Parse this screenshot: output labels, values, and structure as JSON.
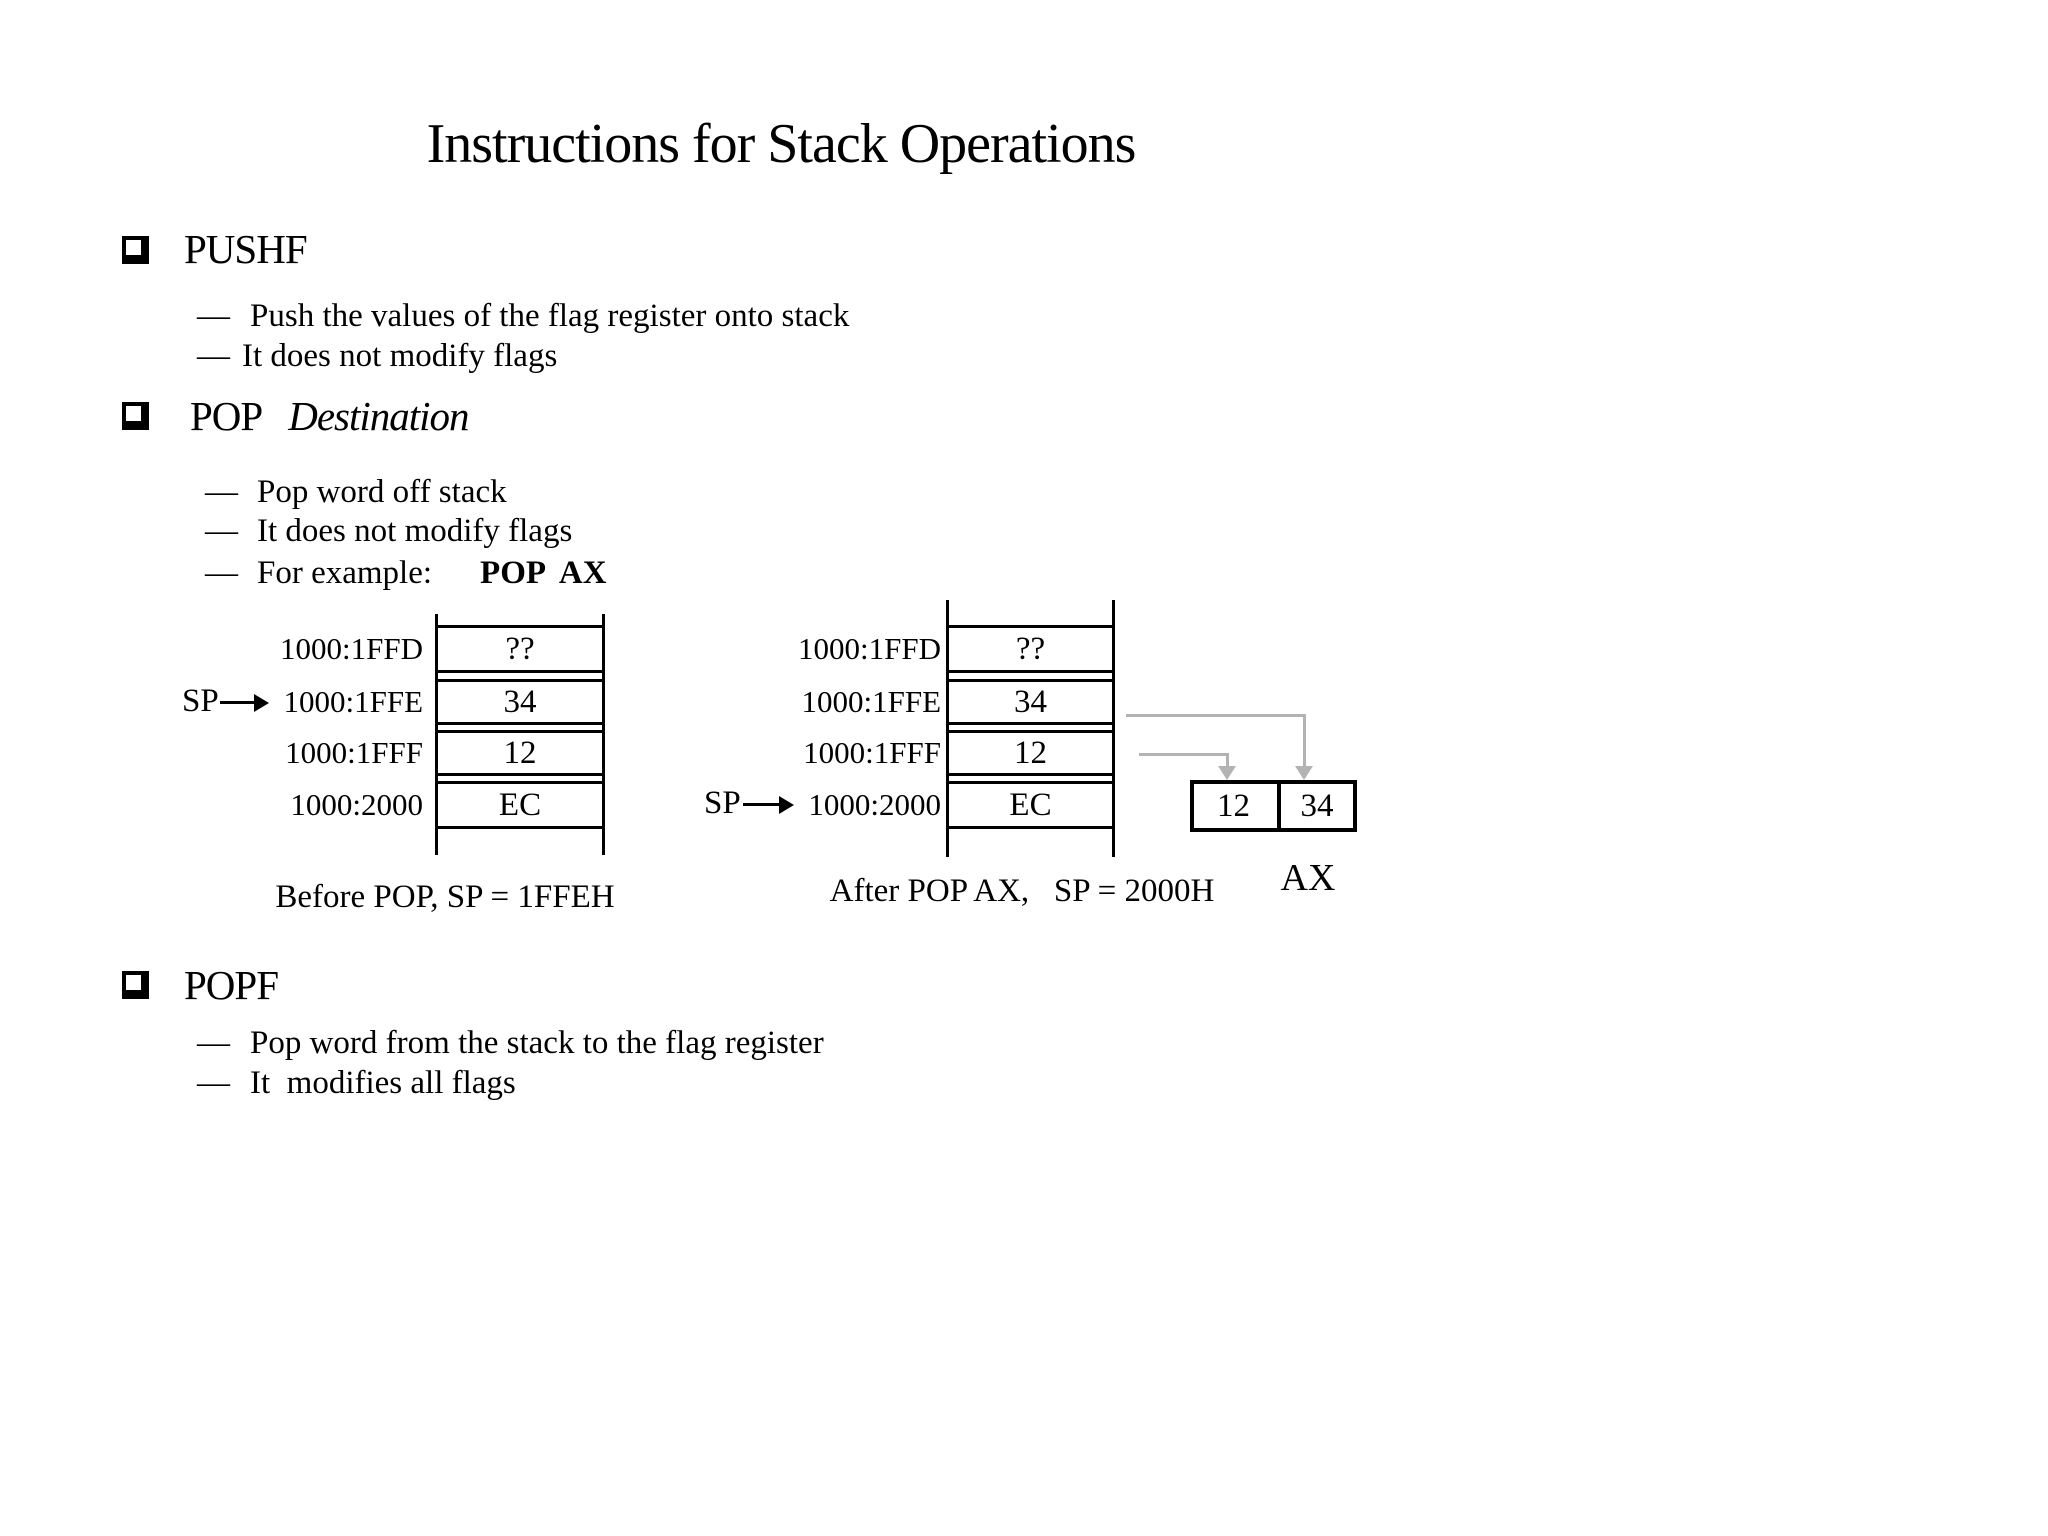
{
  "slide": {
    "title": "Instructions for Stack Operations",
    "dash": "—",
    "colors": {
      "text": "#000000",
      "arrow_gray": "#b3b3b3",
      "background": "#ffffff"
    },
    "sections": {
      "pushf": {
        "heading": "PUSHF",
        "bullet1": "Push the values of the flag register onto stack",
        "bullet2": "It does not modify flags"
      },
      "pop": {
        "heading": "POP",
        "operand": "Destination",
        "bullet1": "Pop word off stack",
        "bullet2": "It does not modify flags",
        "example_prefix": "For example:",
        "example_code": "POP  AX"
      },
      "popf": {
        "heading": "POPF",
        "bullet1": "Pop word from the stack to the flag register",
        "bullet2": "It  modifies all flags"
      }
    },
    "diagrams": {
      "before": {
        "sp_label": "SP",
        "rows": [
          {
            "address": "1000:1FFD",
            "value": "??"
          },
          {
            "address": "1000:1FFE",
            "value": "34"
          },
          {
            "address": "1000:1FFF",
            "value": "12"
          },
          {
            "address": "1000:2000",
            "value": "EC"
          }
        ],
        "caption": "Before POP, SP = 1FFEH"
      },
      "after": {
        "sp_label": "SP",
        "rows": [
          {
            "address": "1000:1FFD",
            "value": "??"
          },
          {
            "address": "1000:1FFE",
            "value": "34"
          },
          {
            "address": "1000:1FFF",
            "value": "12"
          },
          {
            "address": "1000:2000",
            "value": "EC"
          }
        ],
        "caption": "After POP AX,   SP = 2000H"
      },
      "ax_register": {
        "cell_low": "12",
        "cell_high": "34",
        "label": "AX"
      }
    }
  }
}
